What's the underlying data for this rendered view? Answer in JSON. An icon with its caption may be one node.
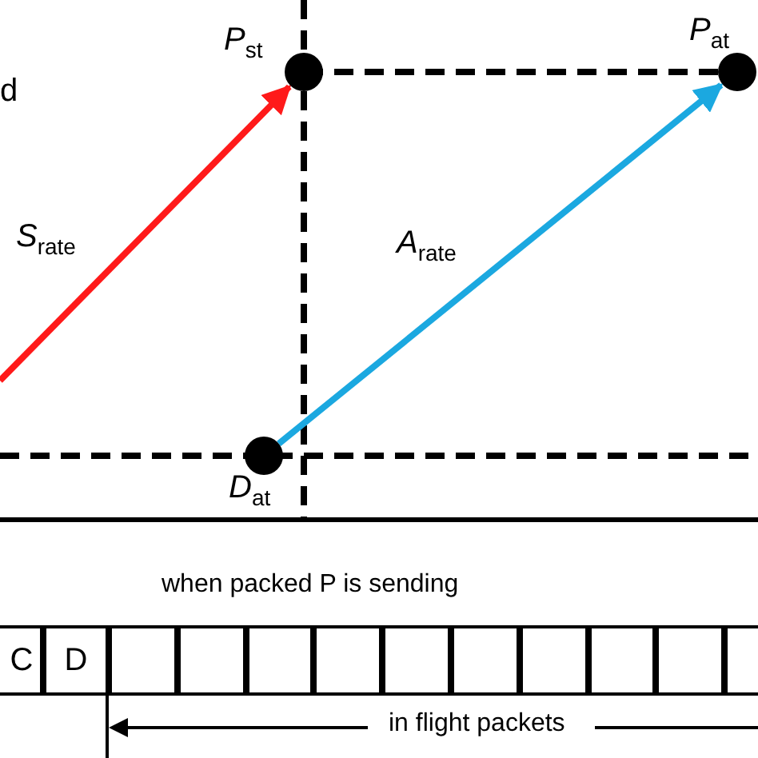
{
  "diagram": {
    "nodes": [
      {
        "text": [
          "*P*$_{st}$"
        ]
      },
      {
        "text": [
          "*P*$_{at}$"
        ]
      },
      {
        "text": [
          "*D*$_{at}$"
        ]
      },
      {
        "text": [
          "C"
        ]
      },
      {
        "text": [
          "D"
        ]
      },
      {
        "text": [],
        "shape": "box"
      },
      {
        "text": [],
        "shape": "box"
      },
      {
        "text": [],
        "shape": "box"
      },
      {
        "text": [],
        "shape": "box"
      },
      {
        "text": [],
        "shape": "box"
      },
      {
        "text": [],
        "shape": "box"
      },
      {
        "text": [],
        "shape": "box"
      },
      {
        "text": [],
        "shape": "box"
      },
      {
        "text": [],
        "shape": "box"
      },
      {
        "text": [],
        "shape": "box"
      }
    ],
    "edges": [
      {
        "from": null,
        "to": 0,
        "arrow": "to",
        "label": "*S*$_{rate}$",
        "color": "#ff1a1a"
      },
      {
        "from": 2,
        "to": 1,
        "arrow": "to",
        "label": "*A*$_{rate}$",
        "color": "#1ba8e0"
      }
    ],
    "labels": [
      "d",
      "when packed P is sending",
      "in flight packets"
    ]
  }
}
